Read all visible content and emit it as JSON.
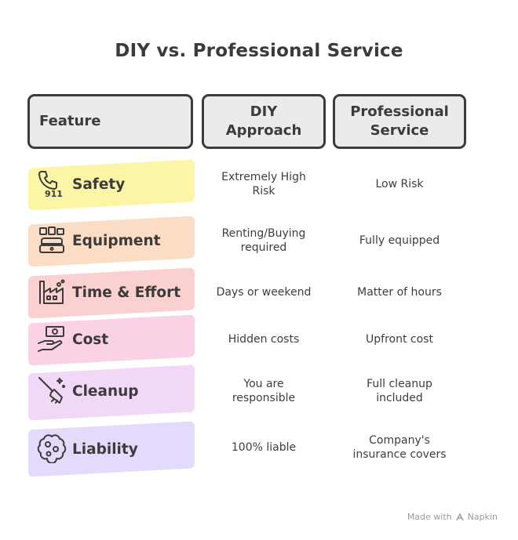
{
  "title": "DIY vs. Professional Service",
  "headers": {
    "feature": "Feature",
    "diy": "DIY\nApproach",
    "pro": "Professional\nService"
  },
  "rows": [
    {
      "label": "Safety",
      "icon": "phone-911-icon",
      "color": "#fdf5a6",
      "diy": "Extremely High\nRisk",
      "pro": "Low Risk"
    },
    {
      "label": "Equipment",
      "icon": "equipment-icon",
      "color": "#fbdcc4",
      "diy": "Renting/Buying\nrequired",
      "pro": "Fully equipped"
    },
    {
      "label": "Time & Effort",
      "icon": "factory-icon",
      "color": "#fbd0d0",
      "diy": "Days or weekend",
      "pro": "Matter of hours"
    },
    {
      "label": "Cost",
      "icon": "money-hand-icon",
      "color": "#fbd1e6",
      "diy": "Hidden costs",
      "pro": "Upfront cost"
    },
    {
      "label": "Cleanup",
      "icon": "broom-icon",
      "color": "#f1d8f6",
      "diy": "You are\nresponsible",
      "pro": "Full cleanup\nincluded"
    },
    {
      "label": "Liability",
      "icon": "brain-gears-icon",
      "color": "#e4dafb",
      "diy": "100% liable",
      "pro": "Company's\ninsurance covers"
    }
  ],
  "footer": {
    "made_with": "Made with",
    "brand": "Napkin"
  }
}
